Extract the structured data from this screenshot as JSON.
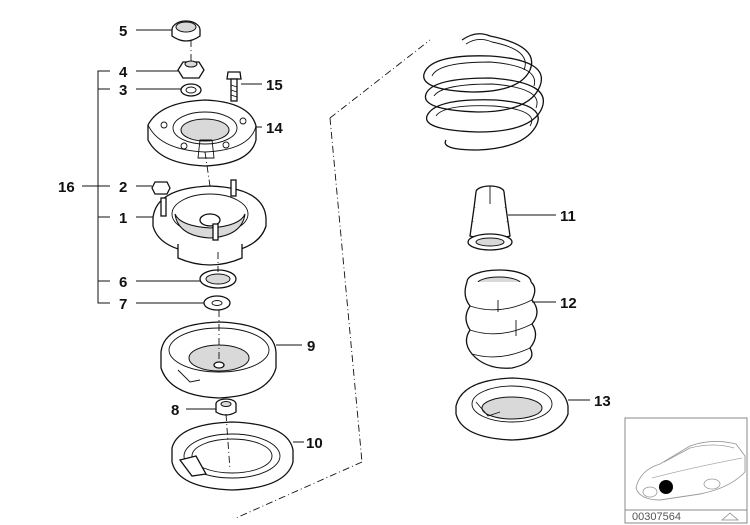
{
  "diagram": {
    "callouts": {
      "c1": "1",
      "c2": "2",
      "c3": "3",
      "c4": "4",
      "c5": "5",
      "c6": "6",
      "c7": "7",
      "c8": "8",
      "c9": "9",
      "c10": "10",
      "c11": "11",
      "c12": "12",
      "c13": "13",
      "c14": "14",
      "c15": "15",
      "c16": "16"
    },
    "reference_number": "00307564"
  }
}
